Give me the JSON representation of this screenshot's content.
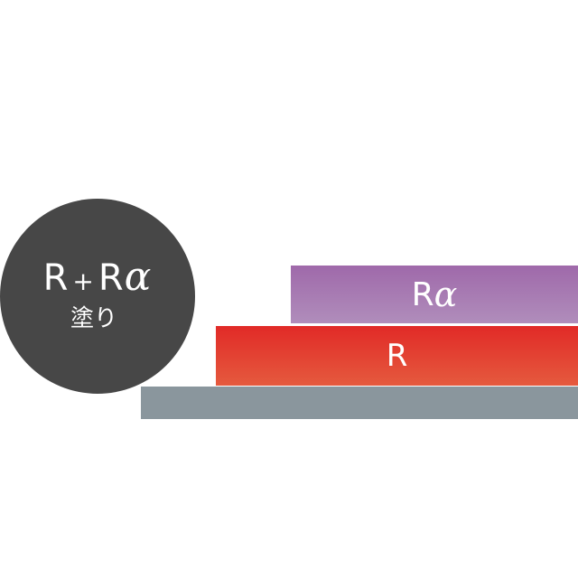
{
  "badge": {
    "prefix": "R",
    "plus": "+",
    "suffix": "R",
    "alpha": "α",
    "subtitle": "塗り"
  },
  "layers": {
    "top": {
      "letter": "R",
      "alpha": "α",
      "color": "#a87ab4"
    },
    "middle": {
      "letter": "R",
      "color": "#e4402f"
    },
    "base": {
      "color": "#8a969d"
    }
  }
}
